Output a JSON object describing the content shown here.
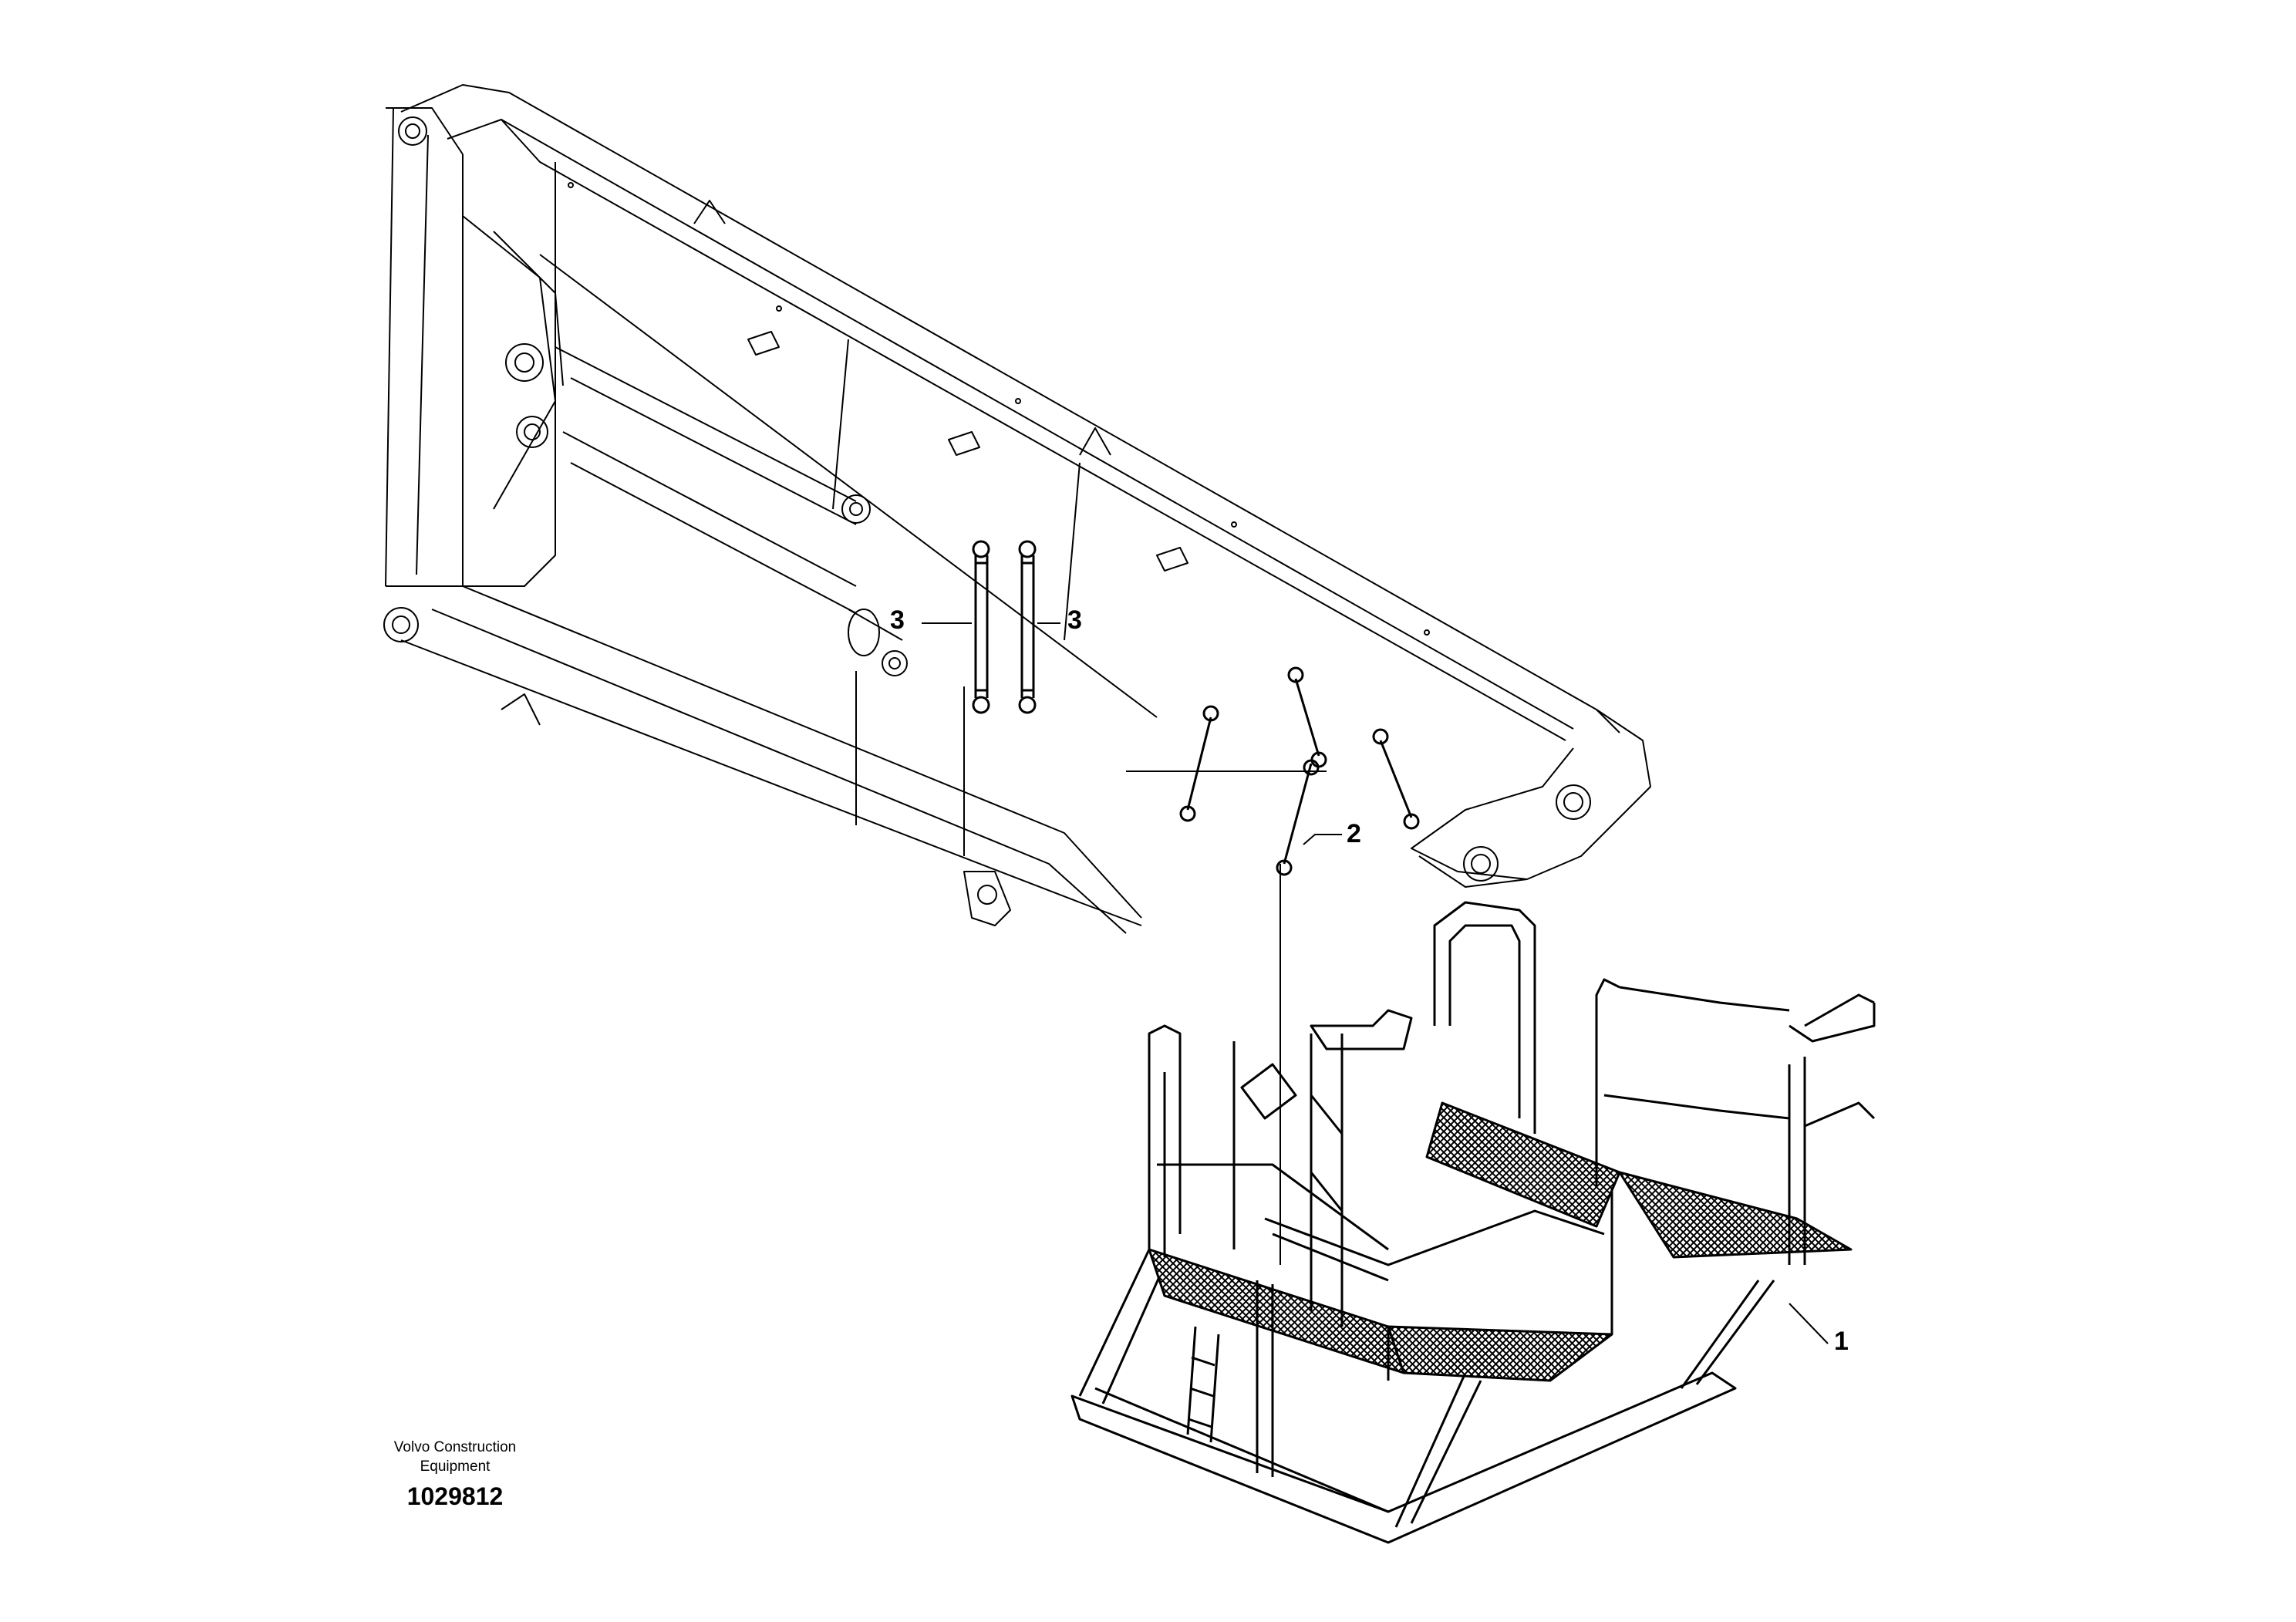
{
  "callouts": {
    "item_3_left": "3",
    "item_3_right": "3",
    "item_2": "2",
    "item_1": "1"
  },
  "footer": {
    "maker_line1": "Volvo Construction",
    "maker_line2": "Equipment",
    "drawing_number": "1029812"
  },
  "colors": {
    "line": "#000000",
    "background": "#ffffff"
  }
}
